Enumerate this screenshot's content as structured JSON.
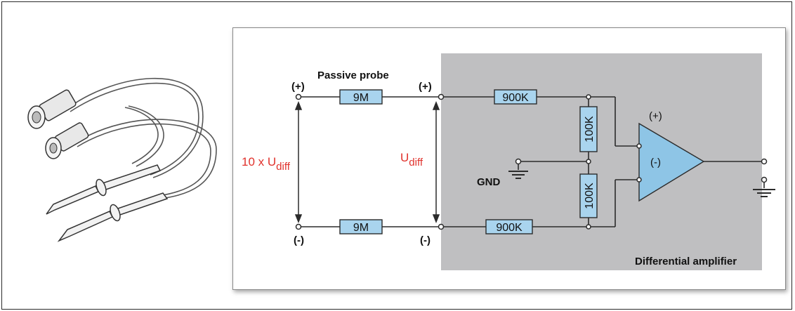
{
  "probe_title": "Passive probe",
  "amplifier_title": "Differential amplifier",
  "gnd_label": "GND",
  "input_plus": "(+)",
  "input_minus": "(-)",
  "probe_out_plus": "(+)",
  "probe_out_minus": "(-)",
  "opamp_plus": "(+)",
  "opamp_minus": "(-)",
  "input_voltage": {
    "prefix": "10 x U",
    "subscript": "diff"
  },
  "diff_voltage": {
    "prefix": "U",
    "subscript": "diff"
  },
  "resistors": {
    "probe_top": "9M",
    "probe_bottom": "9M",
    "amp_top": "900K",
    "amp_bottom": "900K",
    "divider_top": "100K",
    "divider_bottom": "100K"
  },
  "colors": {
    "amplifier_bg": "#bfbfc1",
    "resistor_fill": "#a9d4ee",
    "opamp_fill": "#8ec5e6",
    "voltage_label": "#e0312b",
    "wire": "#2b2b2b"
  }
}
